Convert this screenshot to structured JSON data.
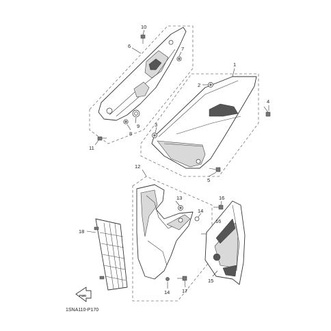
{
  "callouts": [
    "1",
    "2",
    "3",
    "4",
    "5",
    "6",
    "7",
    "8",
    "9",
    "10",
    "11",
    "12",
    "13",
    "14",
    "14",
    "15",
    "16",
    "16",
    "17",
    "18"
  ],
  "fwd_label": "FWD",
  "reference_code": "1SNA110-P170"
}
